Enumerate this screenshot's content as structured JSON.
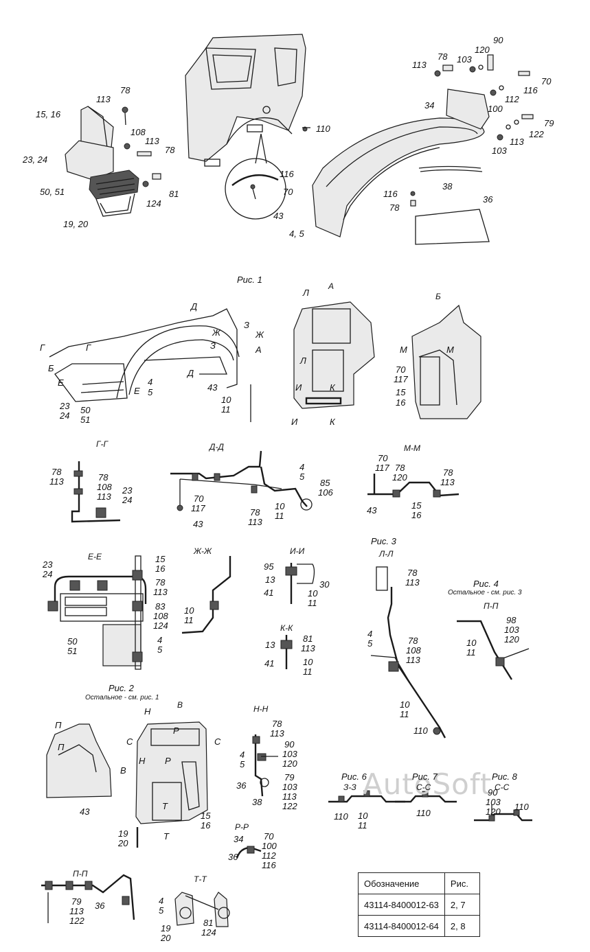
{
  "watermark": "AutoSoft",
  "figures": {
    "fig1": "Рис. 1",
    "fig2": "Рис. 2",
    "fig2_note": "Остальное - см. рис. 1",
    "fig3": "Рис. 3",
    "fig4": "Рис. 4",
    "fig4_note": "Остальное - см. рис. 3",
    "fig6": "Рис. 6",
    "fig7": "Рис. 7",
    "fig8": "Рис. 8"
  },
  "sections": {
    "A": "А",
    "B": "Б",
    "V": "В",
    "GG": "Г-Г",
    "DD": "Д-Д",
    "MM": "М-М",
    "EE": "Е-Е",
    "ZhZh": "Ж-Ж",
    "II": "И-И",
    "KK": "К-К",
    "LL": "Л-Л",
    "PP4": "П-П",
    "NN": "Н-Н",
    "RR": "Р-Р",
    "PP": "П-П",
    "TT": "Т-Т",
    "ZZ": "З-З",
    "SS7": "С-С",
    "SS8": "С-С"
  },
  "labels": {
    "t1": "113",
    "t2": "78",
    "t3": "15, 16",
    "t4": "108",
    "t5": "113",
    "t6": "78",
    "t7": "23, 24",
    "t8": "50, 51",
    "t9": "124",
    "t10": "81",
    "t11": "19, 20",
    "t12": "110",
    "t13": "116",
    "t14": "70",
    "t15": "43",
    "t16": "90",
    "t17": "78",
    "t18": "103",
    "t19": "120",
    "t20": "113",
    "t21": "70",
    "t22": "116",
    "t23": "112",
    "t24": "100",
    "t25": "34",
    "t26": "79",
    "t27": "122",
    "t28": "103",
    "t29": "113",
    "t30": "38",
    "t31": "116",
    "t32": "78",
    "t33": "36",
    "t34": "4, 5",
    "f1a": "Д",
    "f1b": "З",
    "f1c": "Ж",
    "f1d": "Ж",
    "f1e": "З",
    "f1f": "А",
    "f1g": "Г",
    "f1h": "Г",
    "f1i": "Б",
    "f1j": "Е",
    "f1k": "Е",
    "f1l": "Д",
    "f1m": "4",
    "f1n": "5",
    "f1o": "43",
    "f1p": "23",
    "f1q": "24",
    "f1r": "50",
    "f1s": "51",
    "f1t": "10",
    "f1u": "11",
    "a1": "Л",
    "a2": "Л",
    "a3": "И",
    "a4": "К",
    "a5": "И",
    "a6": "К",
    "b1": "М",
    "b2": "М",
    "b3": "70",
    "b4": "117",
    "b5": "15",
    "b6": "16",
    "g1": "78",
    "g2": "113",
    "g3": "78",
    "g4": "108",
    "g5": "113",
    "g6": "23",
    "g7": "24",
    "d1": "4",
    "d2": "5",
    "d3": "85",
    "d4": "106",
    "d5": "70",
    "d6": "117",
    "d7": "43",
    "d8": "78",
    "d9": "113",
    "d10": "10",
    "d11": "11",
    "m1": "70",
    "m2": "117",
    "m3": "78",
    "m4": "120",
    "m5": "78",
    "m6": "113",
    "m7": "43",
    "m8": "15",
    "m9": "16",
    "e1": "23",
    "e2": "24",
    "e3": "15",
    "e4": "16",
    "e5": "78",
    "e6": "113",
    "e7": "83",
    "e8": "108",
    "e9": "124",
    "e10": "50",
    "e11": "51",
    "e12": "4",
    "e13": "5",
    "zh1": "10",
    "zh2": "11",
    "i1": "95",
    "i2": "13",
    "i3": "41",
    "i4": "30",
    "i5": "10",
    "i6": "11",
    "k1": "13",
    "k2": "81",
    "k3": "113",
    "k4": "41",
    "k5": "10",
    "k6": "11",
    "l1": "78",
    "l2": "113",
    "l3": "4",
    "l4": "5",
    "l5": "78",
    "l6": "108",
    "l7": "113",
    "l8": "10",
    "l9": "11",
    "l10": "110",
    "p1": "98",
    "p2": "103",
    "p3": "120",
    "p4": "10",
    "p5": "11",
    "v1": "П",
    "v2": "П",
    "v3": "В",
    "v4": "43",
    "v5": "Н",
    "v6": "Н",
    "v7": "Р",
    "v8": "Р",
    "v9": "С",
    "v10": "С",
    "v11": "Т",
    "v12": "Т",
    "v13": "15",
    "v14": "16",
    "v15": "19",
    "v16": "20",
    "n1": "78",
    "n2": "113",
    "n3": "4",
    "n4": "5",
    "n5": "90",
    "n6": "103",
    "n7": "120",
    "n8": "36",
    "n9": "79",
    "n10": "103",
    "n11": "113",
    "n12": "122",
    "n13": "38",
    "r1": "34",
    "r2": "70",
    "r3": "36",
    "r4": "100",
    "r5": "112",
    "r6": "116",
    "pp1": "79",
    "pp2": "113",
    "pp3": "122",
    "pp4": "36",
    "tt1": "4",
    "tt2": "5",
    "tt3": "19",
    "tt4": "20",
    "tt5": "81",
    "tt6": "124",
    "z1": "110",
    "z2": "10",
    "z3": "11",
    "c1": "110",
    "c2": "90",
    "c3": "103",
    "c4": "120",
    "c5": "110"
  },
  "table": {
    "header": [
      "Обозначение",
      "Рис."
    ],
    "rows": [
      [
        "43114-8400012-63",
        "2, 7"
      ],
      [
        "43114-8400012-64",
        "2, 8"
      ]
    ]
  }
}
